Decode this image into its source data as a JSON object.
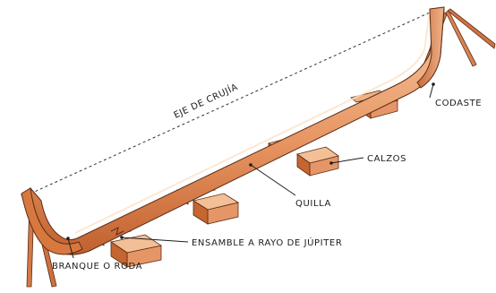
{
  "labels": {
    "centerline": "EJE DE CRUJÍA",
    "sternpost": "CODASTE",
    "blocks": "CALZOS",
    "keel": "QUILLA",
    "scarf_joint": "ENSAMBLE A RAYO DE JÚPITER",
    "stem": "BRANQUE O RODA"
  },
  "colors": {
    "wood_light": "#f2b98a",
    "wood_mid": "#e38a55",
    "wood_dark": "#b4552b",
    "outline": "#5a2c16",
    "ink": "#1c1c1c"
  }
}
